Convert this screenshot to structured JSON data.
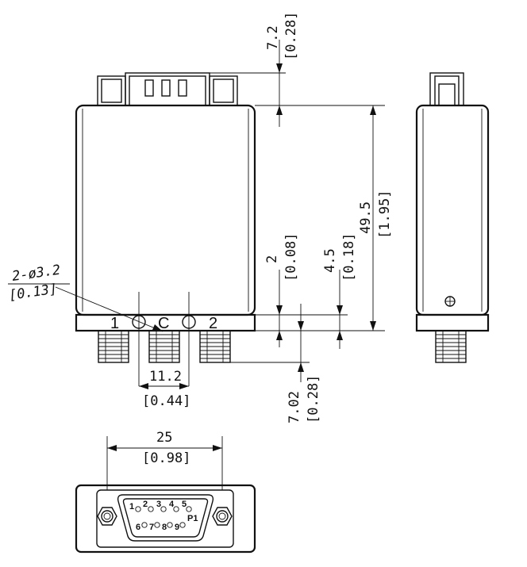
{
  "dimensions": {
    "top_connector": {
      "mm": "7.2",
      "in": "[0.28]"
    },
    "total_height": {
      "mm": "49.5",
      "in": "[1.95]"
    },
    "flange_offset": {
      "mm": "2",
      "in": "[0.08]"
    },
    "flange_thickness": {
      "mm": "4.5",
      "in": "[0.18]"
    },
    "connector_length": {
      "mm": "7.02",
      "in": "[0.28]"
    },
    "hole_note": {
      "mm": "2-ø3.2",
      "in": "[0.13]"
    },
    "hole_spacing": {
      "mm": "11.2",
      "in": "[0.44]"
    },
    "mount_spacing": {
      "mm": "25",
      "in": "[0.98]"
    }
  },
  "ports": [
    "1",
    "C",
    "2"
  ],
  "dsub_pins": {
    "row1": [
      "1",
      "2",
      "3",
      "4",
      "5"
    ],
    "row2": [
      "6",
      "7",
      "8",
      "9"
    ],
    "extra": "P1"
  }
}
